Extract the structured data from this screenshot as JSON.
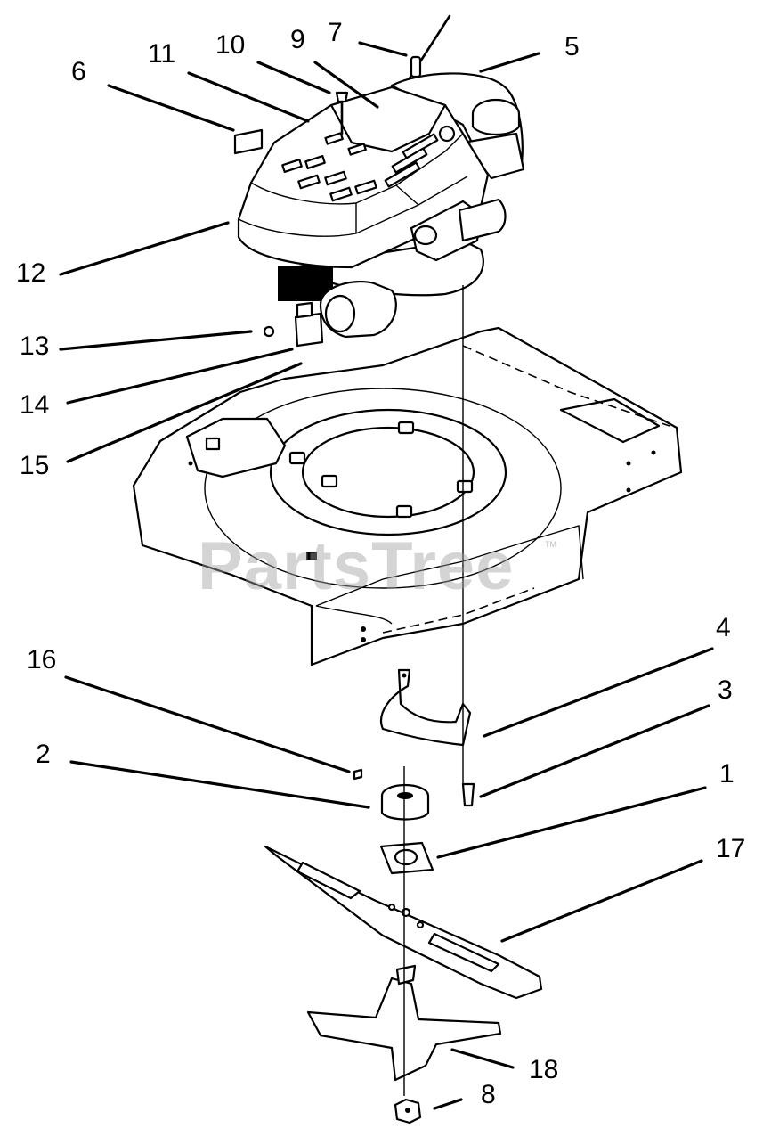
{
  "watermark": {
    "text": "PartsTree",
    "trademark": "TM"
  },
  "callouts": {
    "c1": "1",
    "c2": "2",
    "c3": "3",
    "c4": "4",
    "c5": "5",
    "c6": "6",
    "c7": "7",
    "c8": "8",
    "c9": "9",
    "c10": "10",
    "c11": "11",
    "c12": "12",
    "c13": "13",
    "c14": "14",
    "c15": "15",
    "c16": "16",
    "c17": "17",
    "c18": "18"
  }
}
